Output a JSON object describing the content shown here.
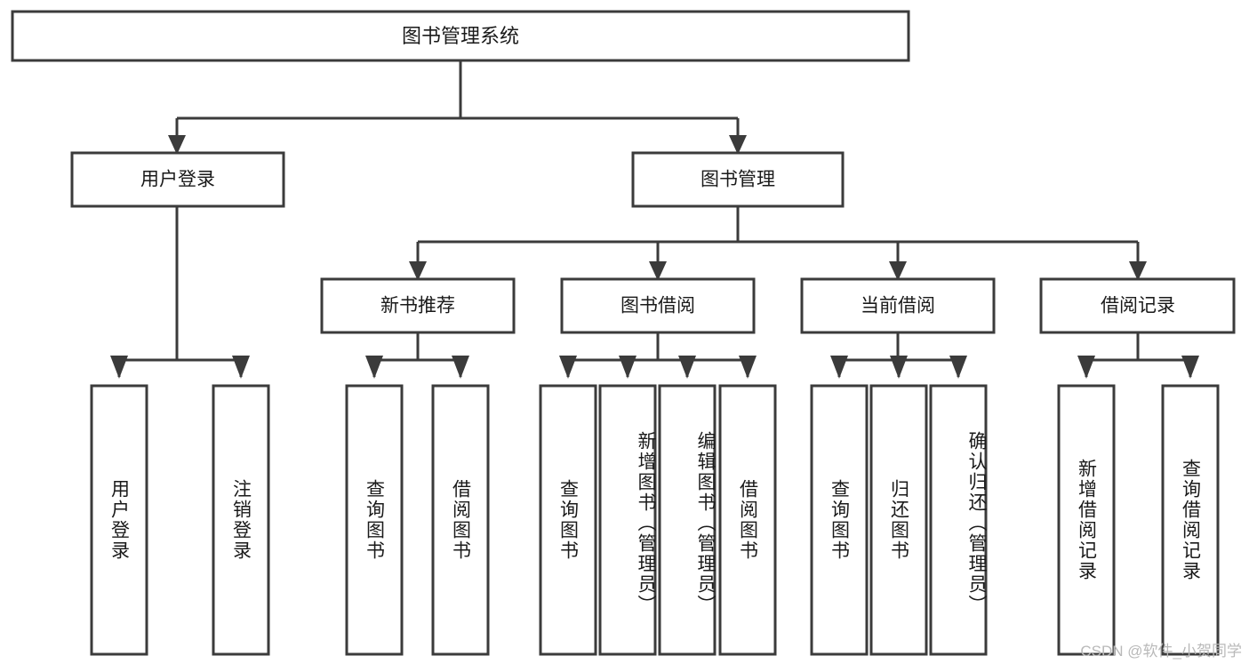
{
  "diagram": {
    "type": "tree-hierarchy",
    "title": "图书管理系统",
    "root": {
      "id": "root",
      "label": "图书管理系统",
      "orientation": "horizontal"
    },
    "level2": [
      {
        "id": "user-login",
        "label": "用户登录",
        "orientation": "horizontal"
      },
      {
        "id": "book-manage",
        "label": "图书管理",
        "orientation": "horizontal"
      }
    ],
    "level3": [
      {
        "id": "new-book-rec",
        "label": "新书推荐",
        "orientation": "horizontal",
        "parent": "book-manage"
      },
      {
        "id": "book-borrow",
        "label": "图书借阅",
        "orientation": "horizontal",
        "parent": "book-manage"
      },
      {
        "id": "current-borrow",
        "label": "当前借阅",
        "orientation": "horizontal",
        "parent": "book-manage"
      },
      {
        "id": "borrow-record",
        "label": "借阅记录",
        "orientation": "horizontal",
        "parent": "book-manage"
      }
    ],
    "leaves": [
      {
        "id": "leaf-user-login",
        "label": "用户登录",
        "parent": "user-login",
        "orientation": "vertical"
      },
      {
        "id": "leaf-user-logout",
        "label": "注销登录",
        "parent": "user-login",
        "orientation": "vertical"
      },
      {
        "id": "leaf-query-book-1",
        "label": "查询图书",
        "parent": "new-book-rec",
        "orientation": "vertical"
      },
      {
        "id": "leaf-borrow-book-1",
        "label": "借阅图书",
        "parent": "new-book-rec",
        "orientation": "vertical"
      },
      {
        "id": "leaf-query-book-2",
        "label": "查询图书",
        "parent": "book-borrow",
        "orientation": "vertical"
      },
      {
        "id": "leaf-add-book",
        "label": "新增图书（管理员）",
        "parent": "book-borrow",
        "orientation": "vertical"
      },
      {
        "id": "leaf-edit-book",
        "label": "编辑图书（管理员）",
        "parent": "book-borrow",
        "orientation": "vertical"
      },
      {
        "id": "leaf-borrow-book-2",
        "label": "借阅图书",
        "parent": "book-borrow",
        "orientation": "vertical"
      },
      {
        "id": "leaf-query-book-3",
        "label": "查询图书",
        "parent": "current-borrow",
        "orientation": "vertical"
      },
      {
        "id": "leaf-return-book",
        "label": "归还图书",
        "parent": "current-borrow",
        "orientation": "vertical"
      },
      {
        "id": "leaf-confirm-return",
        "label": "确认归还（管理员）",
        "parent": "current-borrow",
        "orientation": "vertical"
      },
      {
        "id": "leaf-add-record",
        "label": "新增借阅记录",
        "parent": "borrow-record",
        "orientation": "vertical"
      },
      {
        "id": "leaf-query-record",
        "label": "查询借阅记录",
        "parent": "borrow-record",
        "orientation": "vertical"
      }
    ],
    "colors": {
      "stroke": "#3b3b3b",
      "fill": "#ffffff",
      "text": "#1a1a1a",
      "background": "#ffffff",
      "watermark": "#b9b9b9"
    }
  },
  "watermark": {
    "text": "CSDN @软件_小贺同学"
  }
}
